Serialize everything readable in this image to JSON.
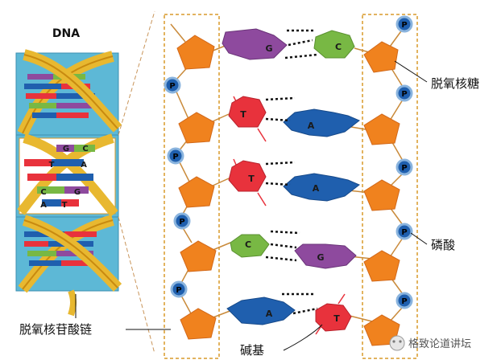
{
  "title": "DNA",
  "labels": {
    "deoxyribose": "脱氧核糖",
    "phosphate": "磷酸",
    "nucleotide_chain": "脱氧核苷酸链",
    "base": "碱基"
  },
  "watermark": "格致论道讲坛",
  "phosphate_symbol": "P",
  "inset_bases": {
    "row1": [
      "G",
      "C"
    ],
    "row2": [
      "T",
      "A"
    ],
    "row3": [
      "C",
      "G"
    ],
    "row4": [
      "A",
      "T"
    ]
  },
  "base_pairs": [
    {
      "left": "G",
      "right": "C",
      "left_color": "#8e4a9e",
      "right_color": "#78b844",
      "bonds": 3
    },
    {
      "left": "T",
      "right": "A",
      "left_color": "#e8323c",
      "right_color": "#1f5fae",
      "bonds": 2
    },
    {
      "left": "T",
      "right": "A",
      "left_color": "#e8323c",
      "right_color": "#1f5fae",
      "bonds": 2
    },
    {
      "left": "C",
      "right": "G",
      "left_color": "#78b844",
      "right_color": "#8e4a9e",
      "bonds": 3
    },
    {
      "left": "A",
      "right": "T",
      "left_color": "#1f5fae",
      "right_color": "#e8323c",
      "bonds": 2
    }
  ],
  "colors": {
    "sugar": "#f0821e",
    "phosphate_fill": "#1f5fae",
    "phosphate_ring": "#8ab4de",
    "backbone_line": "#c98a3a",
    "dashed_box": "#d99a2a",
    "adenine": "#1f5fae",
    "thymine": "#e8323c",
    "guanine": "#8e4a9e",
    "cytosine": "#78b844",
    "inset_bg": "#5db8d6"
  }
}
